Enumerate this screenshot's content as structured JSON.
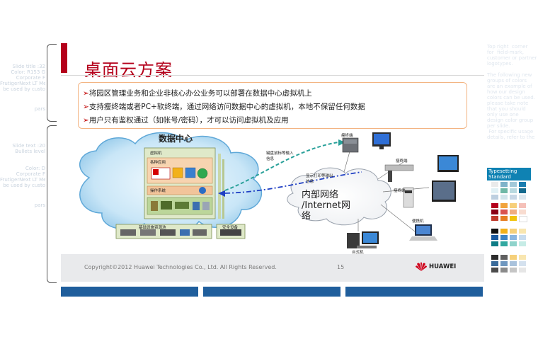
{
  "slide": {
    "title": "桌面云方案",
    "bullets": [
      "将园区管理业务和企业非核心办公业务可以部署在数据中心虚拟机上",
      "支持瘦终端或者PC+软终端，通过网络访问数据中心的虚拟机，本地不保留任何数据",
      "用户只有鉴权通过（如帐号/密码），才可以访问虚拟机及应用"
    ],
    "bullet_marker": "➢",
    "diagram": {
      "datacenter_label": "数据中心",
      "vm_label": "虚拟机",
      "apps_label": "各种应用",
      "os_label": "操作系统",
      "infra_label": "基础设施资源池",
      "security_label": "安全设备",
      "network_label_line1": "内部网络",
      "network_label_line2": "/Internet网",
      "network_label_line3": "络",
      "keyboard_label_line1": "键盘鼠标等输入",
      "keyboard_label_line2": "信息",
      "display_label_line1": "显示打印等输出",
      "display_label_line2": "信息",
      "thin_client_1": "瘦终端",
      "thin_client_2": "瘦终端",
      "thin_client_3": "瘦终端",
      "laptop": "便携机",
      "desktop": "台式机"
    },
    "footer": {
      "copyright": "Copyright©2012 Huawei Technologies Co., Ltd. All Rights Reserved.",
      "page": "15",
      "brand": "HUAWEI"
    }
  },
  "guides": {
    "left_1": "Slide title :32\nColor: R153 G\nCorporate F\nFrutigerNext LT Me\nbe used by custo",
    "left_1b": "pars",
    "left_2": "Slide text :20\nBullets level",
    "left_2b": "Color: D\nCorporate F\nFrutigerNext LT Me\nbe used by custo",
    "left_2c": "pars",
    "right_note": "Top right  corner\nfor  field-mark,\ncustomer or partner\nlogotypes.\n\nThe following new\ngroups of colors\nare an example of\nhow our design\ncolors can be used.\nplease take note\nthat you should\nonly use one\ndesign color group\nper slide.\n For specific usage\ndetails, refer to the",
    "typeset": "Typesetting\nStandard"
  },
  "colors": {
    "accent_red": "#b4001b",
    "bar_blue": "#1f5e9c",
    "bullet_border": "#f3b482"
  }
}
